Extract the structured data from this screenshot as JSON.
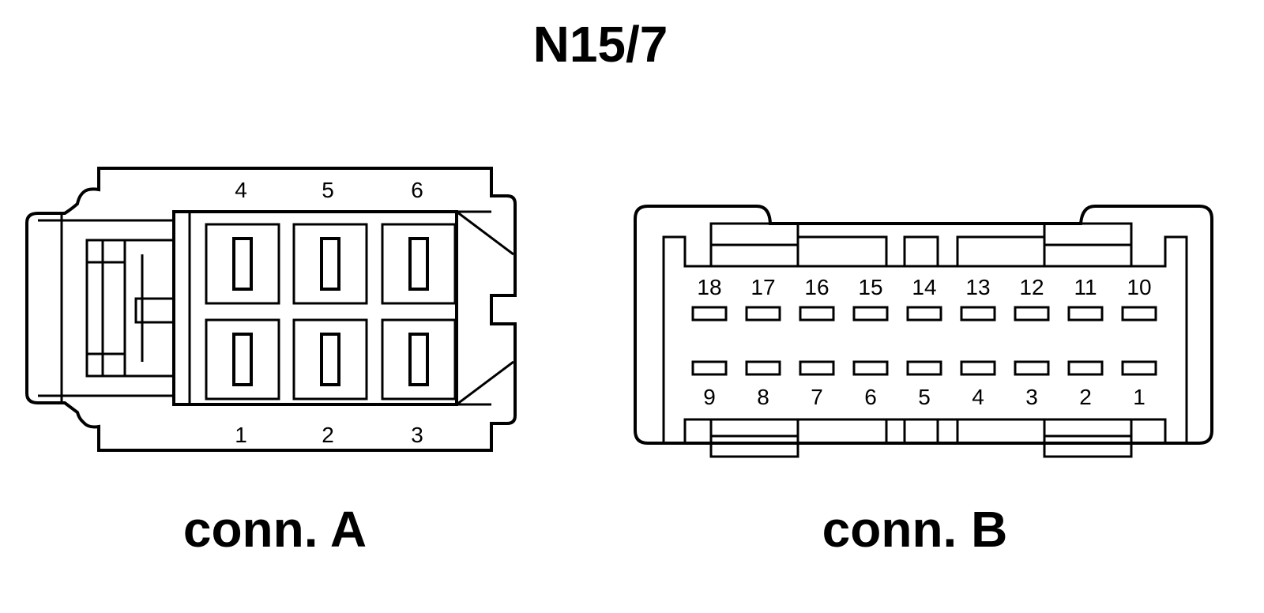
{
  "title": "N15/7",
  "connectors": [
    {
      "id": "A",
      "label": "conn. A",
      "top_pins": [
        "4",
        "5",
        "6"
      ],
      "bottom_pins": [
        "1",
        "2",
        "3"
      ]
    },
    {
      "id": "B",
      "label": "conn. B",
      "top_pins": [
        "18",
        "17",
        "16",
        "15",
        "14",
        "13",
        "12",
        "11",
        "10"
      ],
      "bottom_pins": [
        "9",
        "8",
        "7",
        "6",
        "5",
        "4",
        "3",
        "2",
        "1"
      ]
    }
  ]
}
